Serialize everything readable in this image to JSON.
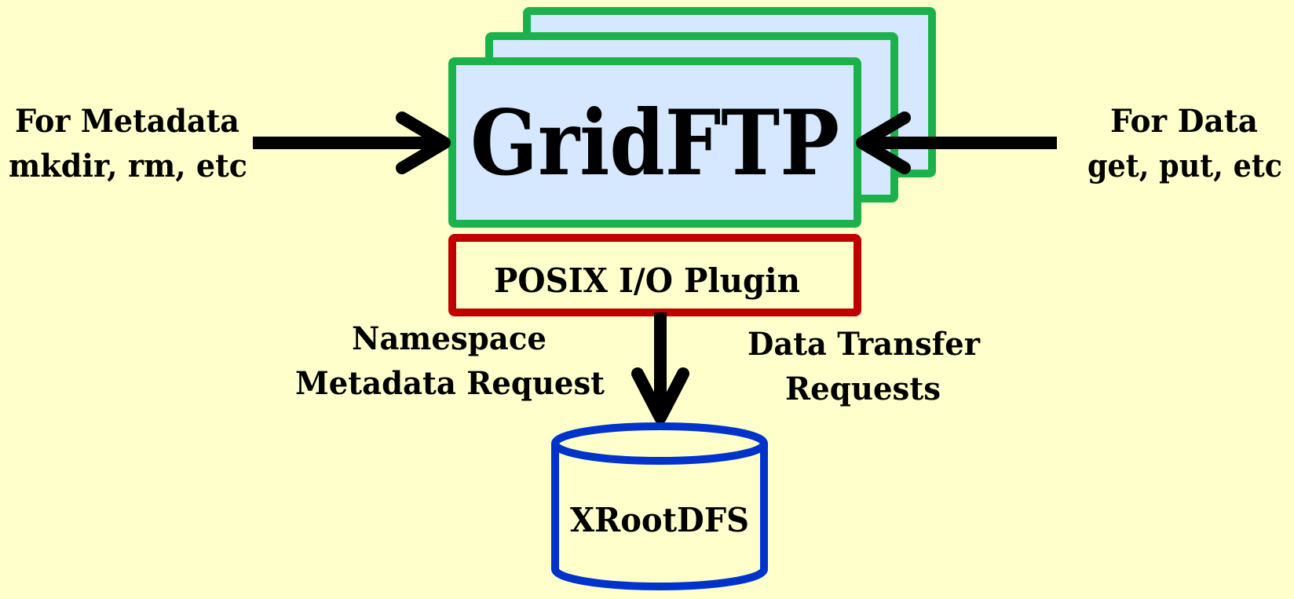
{
  "colors": {
    "background": "#ffffcc",
    "gridftp_border": "#1bb24b",
    "gridftp_fill": "#d6e8ff",
    "plugin_border": "#c00000",
    "storage_border": "#0033cc",
    "arrow": "#000000"
  },
  "left_label": {
    "line1": "For Metadata",
    "line2": "mkdir, rm, etc"
  },
  "right_label": {
    "line1": "For Data",
    "line2": "get, put, etc"
  },
  "gridftp": {
    "title": "GridFTP"
  },
  "plugin": {
    "label": "POSIX I/O Plugin"
  },
  "namespace_label": {
    "line1": "Namespace",
    "line2": "Metadata Request"
  },
  "transfer_label": {
    "line1": "Data Transfer",
    "line2": "Requests"
  },
  "storage": {
    "label": "XRootDFS"
  }
}
